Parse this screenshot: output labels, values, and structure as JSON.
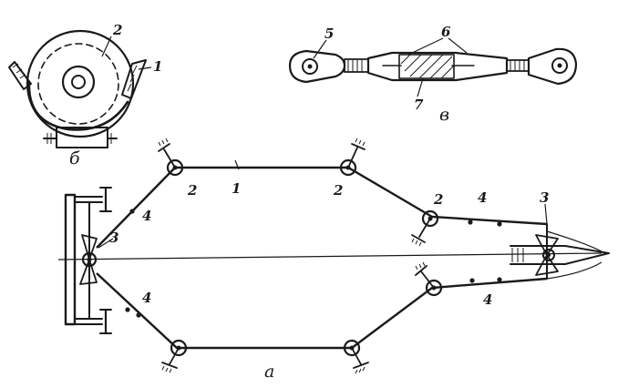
{
  "labels": {
    "detail_b": {
      "drum": "2",
      "flange": "1",
      "view": "б"
    },
    "detail_v": {
      "fork": "5",
      "sleeves": "6",
      "body": "7",
      "view": "в"
    },
    "main": {
      "cable_top": "1",
      "pulley_tl": "2",
      "pulley_tr": "2",
      "pulley_ur": "2",
      "rod_upper": "4",
      "rod_left_upper": "4",
      "rod_left_lower": "4",
      "rod_lower": "4",
      "wheel_left": "3",
      "rudder": "3",
      "view": "а"
    }
  },
  "colors": {
    "ink": "#1a1a1a",
    "paper": "#ffffff"
  }
}
